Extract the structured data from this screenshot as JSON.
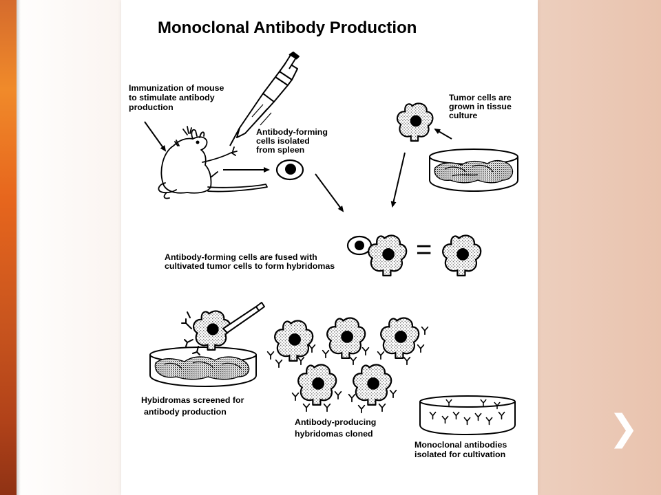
{
  "diagram": {
    "title": "Monoclonal Antibody Production",
    "labels": {
      "immunization": [
        "Immunization of mouse",
        "to stimulate antibody",
        "production"
      ],
      "isolated": [
        "Antibody-forming",
        "cells  isolated",
        "from spleen"
      ],
      "tumor": [
        "Tumor cells are",
        "grown in tissue",
        "culture"
      ],
      "fused": [
        "Antibody-forming cells are fused with",
        "cultivated tumor cells to form hybridomas"
      ],
      "equals": "=",
      "screened": [
        "Hybidromas screened for",
        "antibody  production"
      ],
      "cloned": [
        "Antibody-producing",
        "hybridomas cloned"
      ],
      "monoclonal": [
        "Monoclonal antibodies",
        "isolated for cultivation"
      ]
    }
  },
  "navigation": {
    "next_glyph": "❯"
  },
  "colors": {
    "accent_bar": "#e7661d",
    "slide_background": "#ffffff",
    "page_gradient_end": "#e9c3ae"
  }
}
